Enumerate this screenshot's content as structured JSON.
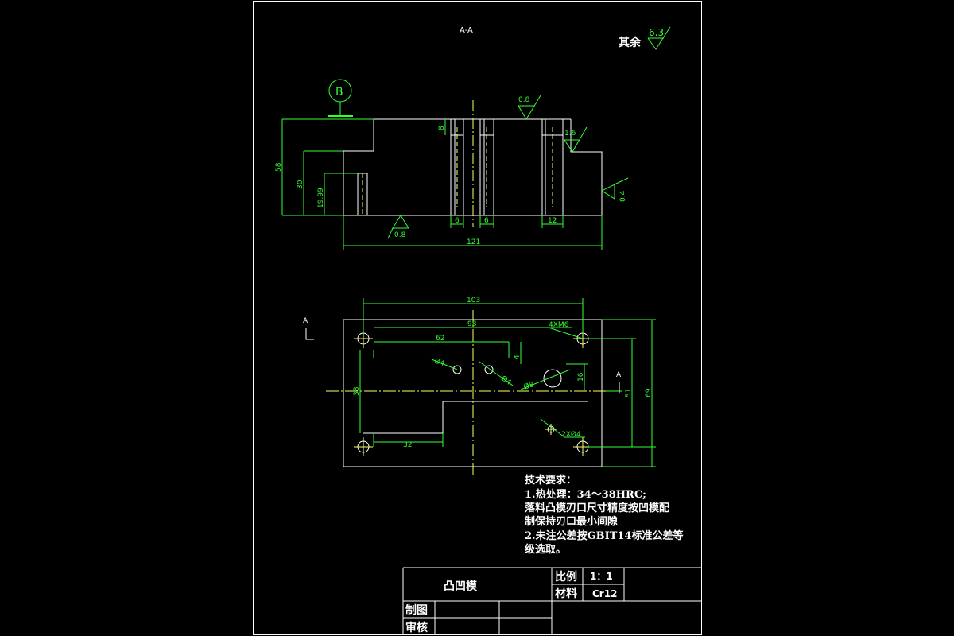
{
  "section_label": "A-A",
  "roughness": {
    "rest_label": "其余",
    "rest_value": "6.3"
  },
  "datum_label": "B",
  "side_view": {
    "dims": {
      "height_58": "58",
      "height_30": "30",
      "height_19_99": "19.99",
      "top_8": "8",
      "w6_left": "6",
      "w6_right": "6",
      "w12": "12",
      "len_121": "121"
    },
    "roughness": {
      "top": "0.8",
      "step": "1.6",
      "right": "0.4",
      "bottom": "0.8"
    }
  },
  "plan_view": {
    "section_mark": "A",
    "dims": {
      "w103": "103",
      "w98": "98",
      "w62": "62",
      "w32": "32",
      "h4": "4",
      "h16": "16",
      "h38": "38",
      "h51": "51",
      "h69": "69",
      "d4_a": "Ø4",
      "d4_b": "Ø4",
      "d8": "Ø8",
      "holes_4xm6": "4XM6",
      "holes_2xd4": "2XØ4"
    }
  },
  "notes": {
    "heading": "技术要求：",
    "line1": "1.热处理：34～38HRC;",
    "line2": "落料凸模刃口尺寸精度按凹模配",
    "line3": "制保持刃口最小间隙",
    "line4": "2.未注公差按GBIT14标准公差等",
    "line5": "级选取。"
  },
  "title_block": {
    "part_name": "凸凹模",
    "scale_label": "比例",
    "scale_value": "1：1",
    "material_label": "材料",
    "material_value": "Cr12",
    "drawn_label": "制图",
    "checked_label": "审核"
  }
}
